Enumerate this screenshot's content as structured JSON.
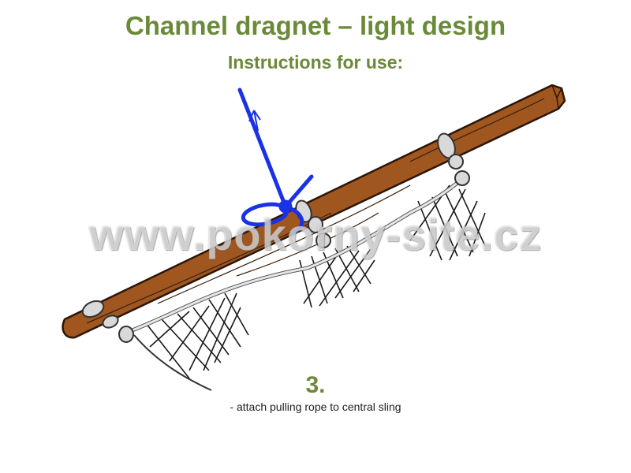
{
  "header": {
    "title": "Channel dragnet – light design",
    "subtitle": "Instructions for use:"
  },
  "illustration": {
    "watermark": "www.pokorny-site.cz",
    "colors": {
      "pole_wood": "#a0561f",
      "pole_outline": "#2a1608",
      "rope": "#1a32e6",
      "net": "#1a1a1a",
      "sling": "#d9d9d9"
    }
  },
  "step": {
    "number": "3.",
    "instruction": "- attach pulling rope to central sling"
  }
}
